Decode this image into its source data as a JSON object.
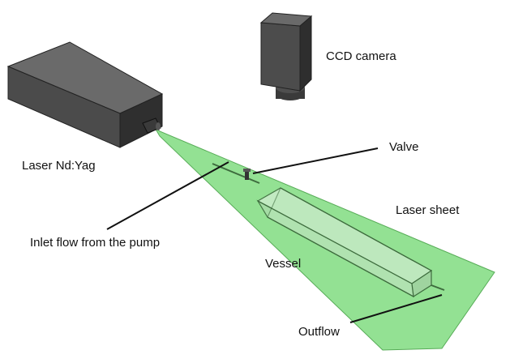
{
  "labels": {
    "ccd_camera": "CCD camera",
    "laser": "Laser Nd:Yag",
    "valve": "Valve",
    "laser_sheet": "Laser sheet",
    "inlet": "Inlet flow from the pump",
    "vessel": "Vessel",
    "outflow": "Outflow"
  },
  "colors": {
    "laser_sheet": "#8ee08e",
    "laser_sheet_edge": "#4fa84f",
    "box_top": "#6a6a6a",
    "box_front": "#4b4b4b",
    "box_side": "#2f2f2f",
    "camera_top": "#6a6a6a",
    "camera_front": "#4c4c4c",
    "camera_side": "#2e2e2e",
    "vessel_fill": "#b9e7b9",
    "vessel_edge": "#3d6b3d",
    "leader_line": "#111111"
  },
  "icons": {
    "laser": "laser-box-icon",
    "camera": "ccd-camera-icon",
    "valve": "valve-icon",
    "vessel": "vessel-icon"
  }
}
